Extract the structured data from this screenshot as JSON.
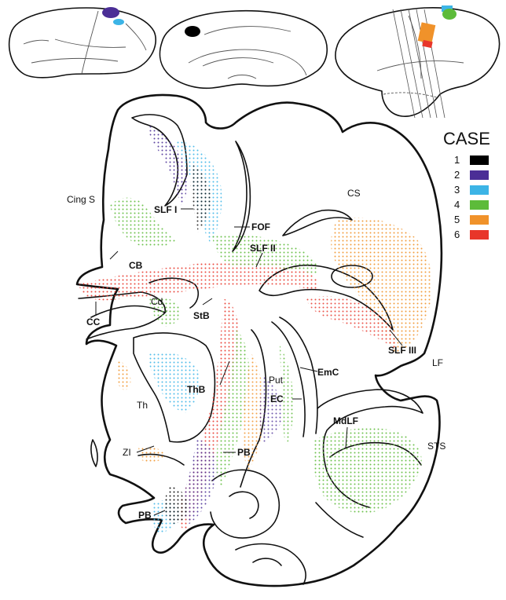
{
  "legend": {
    "title": "CASE",
    "cases": [
      {
        "label": "1",
        "color": "#000000"
      },
      {
        "label": "2",
        "color": "#4b2e96"
      },
      {
        "label": "3",
        "color": "#3cb4e6"
      },
      {
        "label": "4",
        "color": "#5dbb3a"
      },
      {
        "label": "5",
        "color": "#f0922a"
      },
      {
        "label": "6",
        "color": "#e8362a"
      }
    ]
  },
  "labels": {
    "cing_s": "Cing S",
    "slf1": "SLF I",
    "fof": "FOF",
    "cs": "CS",
    "slf2": "SLF II",
    "cb": "CB",
    "cd": "Cd",
    "cc": "CC",
    "stb": "StB",
    "slf3": "SLF III",
    "lf": "LF",
    "emc": "EmC",
    "put": "Put",
    "thb": "ThB",
    "th": "Th",
    "ec": "EC",
    "mdlf": "MdLF",
    "sts": "STS",
    "zi": "ZI",
    "pb_mid": "PB",
    "pb_low": "PB"
  }
}
